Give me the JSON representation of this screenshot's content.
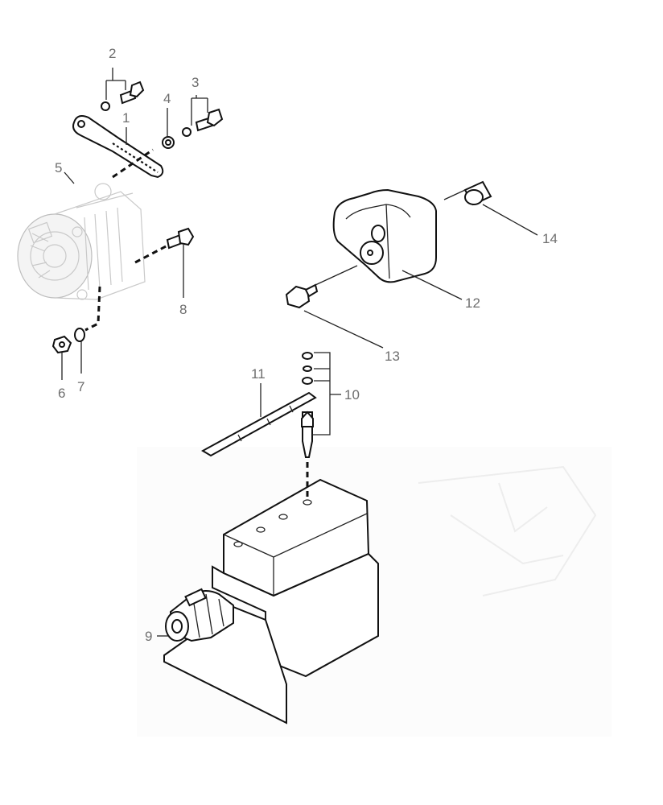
{
  "callouts": {
    "c1": "1",
    "c2": "2",
    "c3": "3",
    "c4": "4",
    "c5": "5",
    "c6": "6",
    "c7": "7",
    "c8": "8",
    "c9": "9",
    "c10": "10",
    "c11": "11",
    "c12": "12",
    "c13": "13",
    "c14": "14"
  },
  "colors": {
    "ink": "#111111",
    "callout": "#6e6e6e",
    "faint": "#c9c9c9"
  }
}
